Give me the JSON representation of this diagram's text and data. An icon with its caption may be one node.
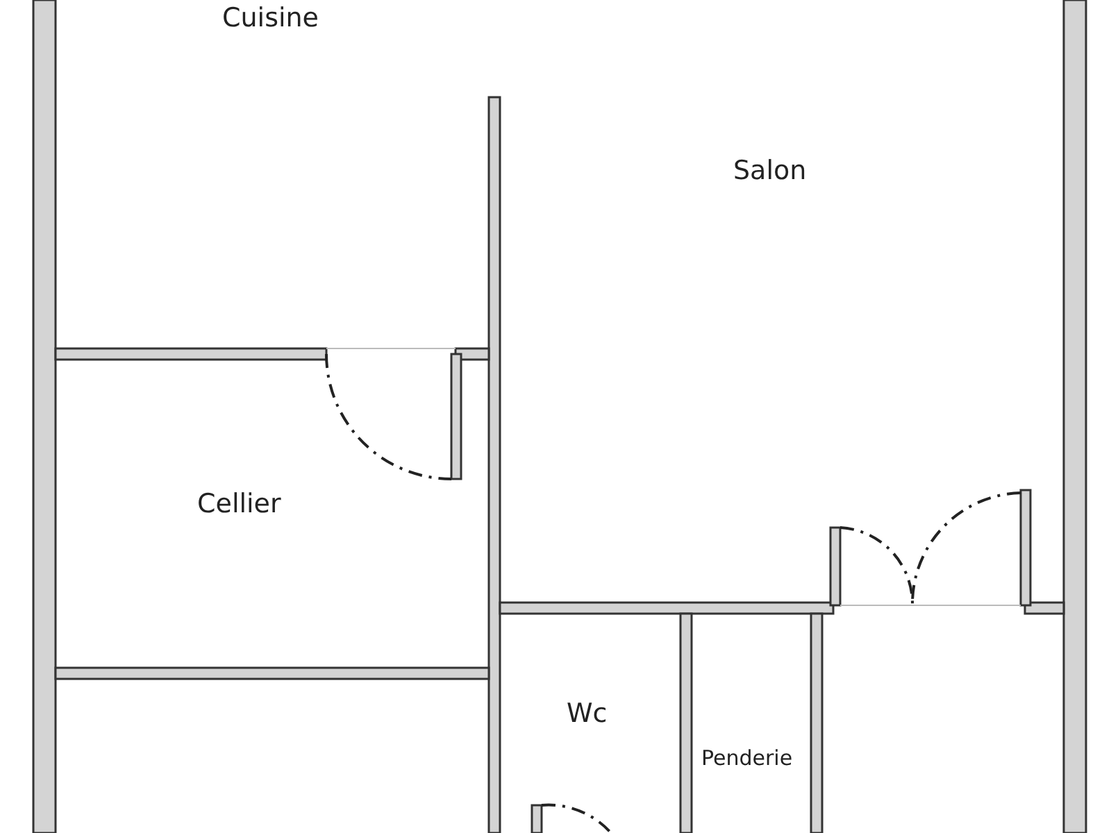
{
  "diagram": {
    "labels": [
      "Cuisine",
      "Salon",
      "Cellier",
      "Wc",
      "Penderie"
    ]
  }
}
